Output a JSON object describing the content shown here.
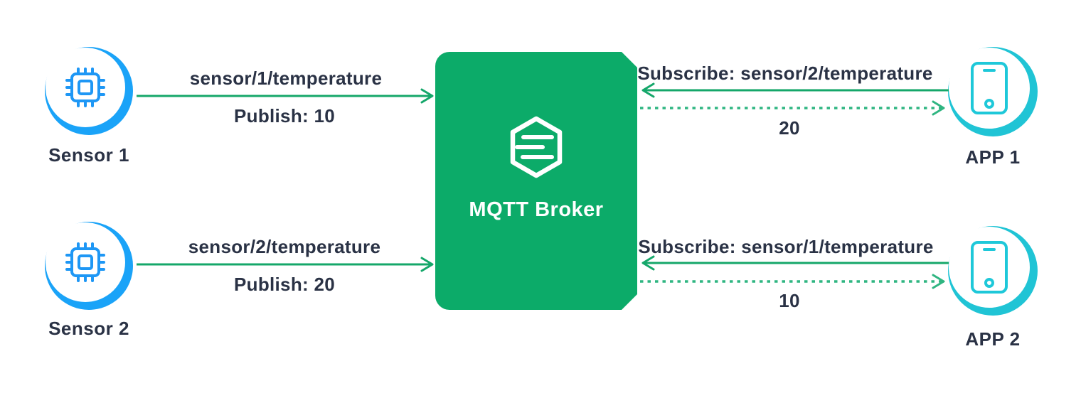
{
  "diagram_title": "MQTT publish/subscribe diagram",
  "colors": {
    "broker_green": "#0cab69",
    "arrow_green": "#15a76a",
    "dashed_green": "#2fb581",
    "text_dark": "#2a3245",
    "sensor_blue": "#1e97f5",
    "sensor_ring": "#1aa3f8",
    "app_teal": "#1ec8d9",
    "app_ring": "#20c4d5"
  },
  "broker": {
    "label": "MQTT Broker",
    "icon": "mqtt-hexagon-logo"
  },
  "nodes": {
    "sensor1": {
      "label": "Sensor 1",
      "icon": "chip-icon"
    },
    "sensor2": {
      "label": "Sensor 2",
      "icon": "chip-icon"
    },
    "app1": {
      "label": "APP 1",
      "icon": "phone-icon"
    },
    "app2": {
      "label": "APP 2",
      "icon": "phone-icon"
    }
  },
  "flows": {
    "publish1": {
      "topic": "sensor/1/temperature",
      "action": "Publish: 10",
      "direction": "sensor1-to-broker",
      "style": "solid"
    },
    "publish2": {
      "topic": "sensor/2/temperature",
      "action": "Publish: 20",
      "direction": "sensor2-to-broker",
      "style": "solid"
    },
    "subscribe1": {
      "label": "Subscribe: sensor/2/temperature",
      "message": "20",
      "direction": "app1-to-broker",
      "message_direction": "broker-to-app1"
    },
    "subscribe2": {
      "label": "Subscribe: sensor/1/temperature",
      "message": "10",
      "direction": "app2-to-broker",
      "message_direction": "broker-to-app2"
    }
  }
}
